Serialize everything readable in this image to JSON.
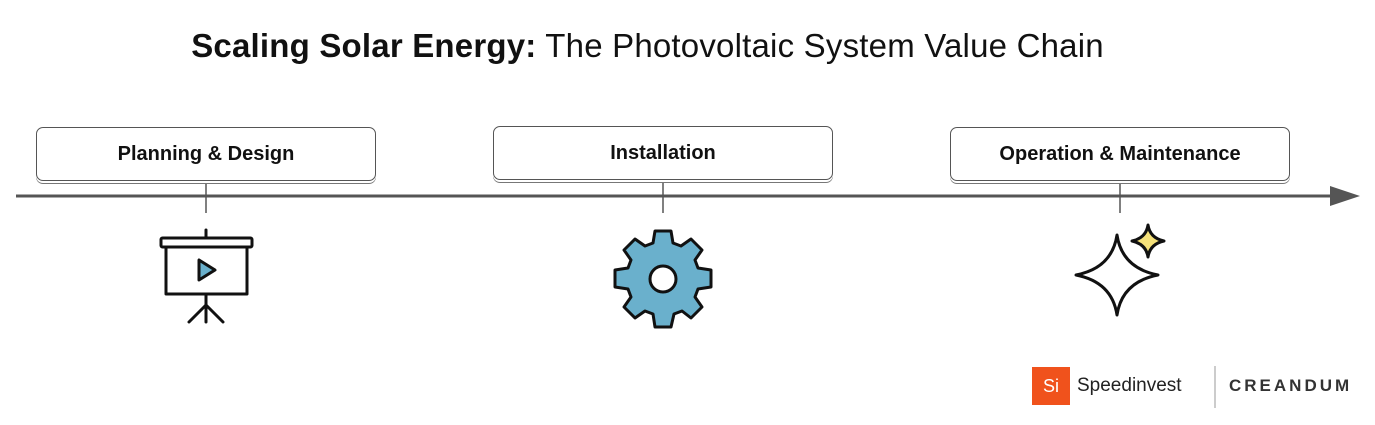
{
  "title": {
    "bold": "Scaling Solar Energy:",
    "light": "The Photovoltaic System Value Chain"
  },
  "stages": [
    {
      "label": "Planning & Design",
      "icon": "presentation-board-icon"
    },
    {
      "label": "Installation",
      "icon": "gear-icon"
    },
    {
      "label": "Operation & Maintenance",
      "icon": "sparkle-icon"
    }
  ],
  "colors": {
    "timeline": "#555555",
    "gear": "#6ab0cc",
    "sparkle_accent": "#f6e27a",
    "speedinvest_brand": "#f0521c"
  },
  "logos": {
    "speedinvest_mark": "Si",
    "speedinvest_name": "Speedinvest",
    "creandum_name": "CREANDUM"
  }
}
